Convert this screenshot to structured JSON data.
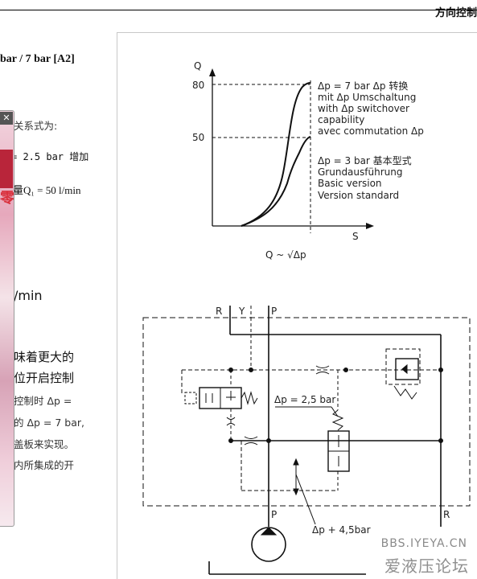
{
  "header": {
    "section_title": "方向控制"
  },
  "left_text": {
    "heading": "bar / 7 bar [A2]",
    "line1": "关系式为:",
    "line2": "= 2.5 bar 增加",
    "line3": "量Q₁ = 50 l/min",
    "line4": "/min",
    "line5": "味着更大的",
    "line6": "位开启控制",
    "line7": "控制时 Δp =",
    "line8": "的 Δp = 7 bar,",
    "line9": "盖板来实现。",
    "line10": "内所集成的开"
  },
  "panel": {
    "close_symbol": "✕",
    "ad_glyph": "零"
  },
  "chart_data": {
    "type": "line",
    "xlabel": "S",
    "ylabel": "Q",
    "yticks": [
      "80",
      "50"
    ],
    "formula": "Q ~ √Δp",
    "series": [
      {
        "name": "Δp = 7 bar",
        "values": [
          [
            0,
            0
          ],
          [
            0.15,
            0.05
          ],
          [
            0.4,
            0.4
          ],
          [
            0.55,
            0.85
          ],
          [
            0.7,
            1.0
          ]
        ]
      },
      {
        "name": "Δp = 3 bar",
        "values": [
          [
            0,
            0
          ],
          [
            0.15,
            0.05
          ],
          [
            0.4,
            0.3
          ],
          [
            0.55,
            0.5
          ],
          [
            0.7,
            0.62
          ]
        ]
      }
    ],
    "annotations": {
      "upper": [
        "Δp = 7 bar  Δp 转换",
        "mit Δp Umschaltung",
        "with Δp switchover",
        "capability",
        "avec commutation Δp"
      ],
      "lower": [
        "Δp = 3 bar 基本型式",
        "Grundausführung",
        "Basic version",
        "Version standard"
      ]
    }
  },
  "schematic": {
    "port_r": "R",
    "port_y": "Y",
    "port_p": "P",
    "label_dp25": "Δp = 2,5 bar",
    "label_dp45": "Δp + 4,5bar",
    "port_p_bottom": "P",
    "port_r_bottom": "R"
  },
  "watermark": {
    "line1": "BBS.IYEYA.CN",
    "line2": "爱液压论坛"
  }
}
